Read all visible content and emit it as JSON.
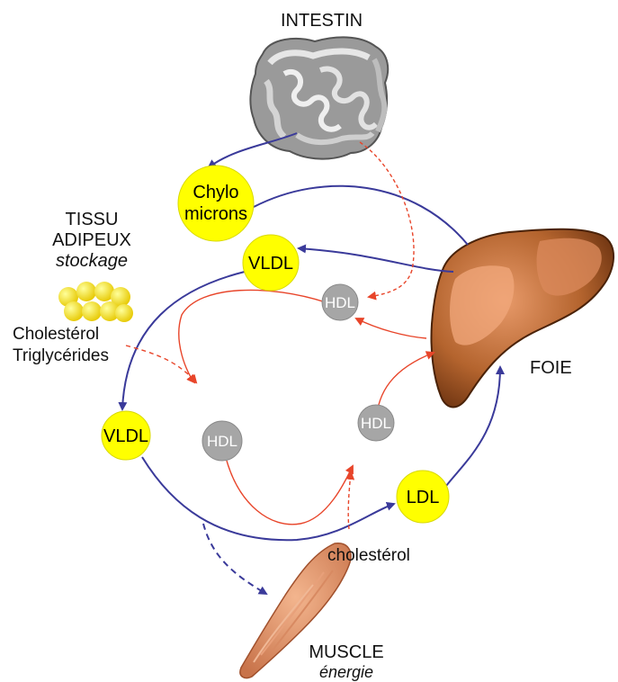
{
  "organs": {
    "intestin": "INTESTIN",
    "foie": "FOIE",
    "muscle": "MUSCLE",
    "muscle_role": "énergie",
    "tissu_line1": "TISSU",
    "tissu_line2": "ADIPEUX",
    "tissu_role": "stockage"
  },
  "lipids": {
    "cholesterol": "Cholestérol",
    "triglycerides": "Triglycérides",
    "cholesterol_muscle": "cholestérol"
  },
  "lipoproteins": {
    "chylo_line1": "Chylo",
    "chylo_line2": "microns",
    "vldl": "VLDL",
    "hdl": "HDL",
    "ldl": "LDL"
  },
  "colors": {
    "lipoprotein_yellow": "#ffff00",
    "hdl_grey": "#a6a6a6",
    "pathway_blue": "#3a3a9a",
    "pathway_red": "#e8452a"
  }
}
